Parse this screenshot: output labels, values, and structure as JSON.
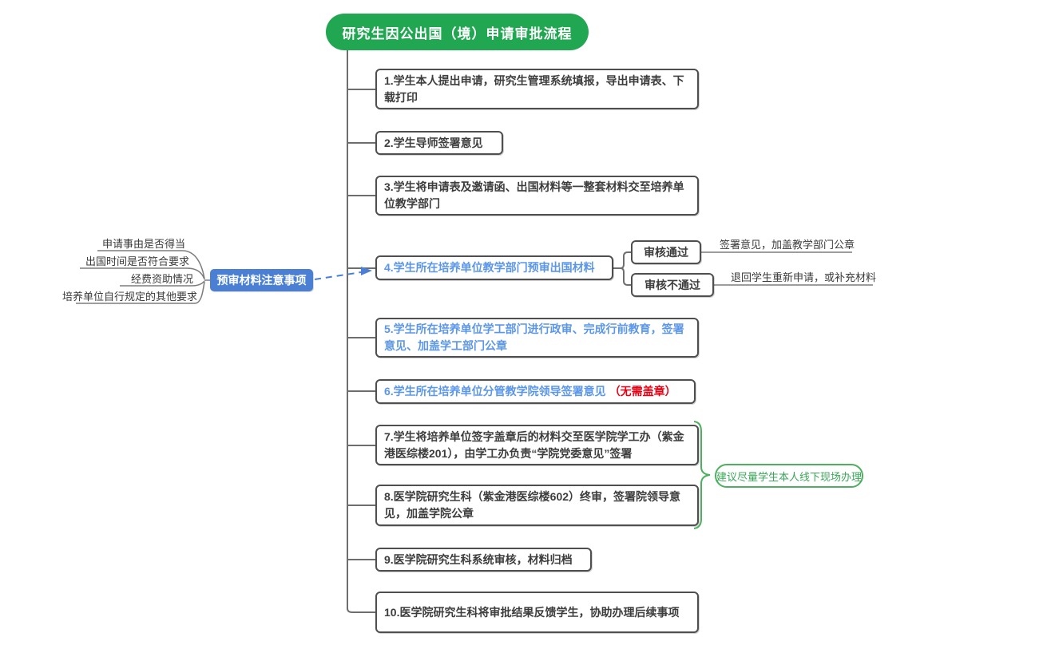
{
  "title": "研究生因公出国（境）申请审批流程",
  "colors": {
    "title_green": "#21a751",
    "brace_green": "#4cb05e",
    "note_blue_bg": "#4a7fd4",
    "blue_step_text": "#5b96e8",
    "red_note_text": "#e60012",
    "box_border": "#4f4f4f",
    "connector_gray": "#6e6e6e"
  },
  "steps": [
    {
      "text": "1.学生本人提出申请，研究生管理系统填报，导出申请表、下载打印"
    },
    {
      "text": "2.学生导师签署意见"
    },
    {
      "text": "3.学生将申请表及邀请函、出国材料等一整套材料交至培养单位教学部门"
    },
    {
      "text": "4.学生所在培养单位教学部门预审出国材料"
    },
    {
      "text": "5.学生所在培养单位学工部门进行政审、完成行前教育，签署意见、加盖学工部门公章"
    },
    {
      "text": "6.学生所在培养单位分管教学院领导签署意见",
      "note": "（无需盖章）"
    },
    {
      "text": "7.学生将培养单位签字盖章后的材料交至医学院学工办（紫金港医综楼201），由学工办负责“学院党委意见”签署"
    },
    {
      "text": "8.医学院研究生科（紫金港医综楼602）终审，签署院领导意见，加盖学院公章"
    },
    {
      "text": "9.医学院研究生科系统审核，材料归档"
    },
    {
      "text": "10.医学院研究生科将审批结果反馈学生，协助办理后续事项"
    }
  ],
  "left_branch": {
    "label": "预审材料注意事项",
    "items": [
      "申请事由是否得当",
      "出国时间是否符合要求",
      "经费资助情况",
      "培养单位自行规定的其他要求"
    ]
  },
  "right_branch": {
    "pass": {
      "label": "审核通过",
      "outcome": "签署意见，加盖教学部门公章"
    },
    "fail": {
      "label": "审核不通过",
      "outcome": "退回学生重新申请，或补充材料"
    }
  },
  "brace_note": "建议尽量学生本人线下现场办理"
}
